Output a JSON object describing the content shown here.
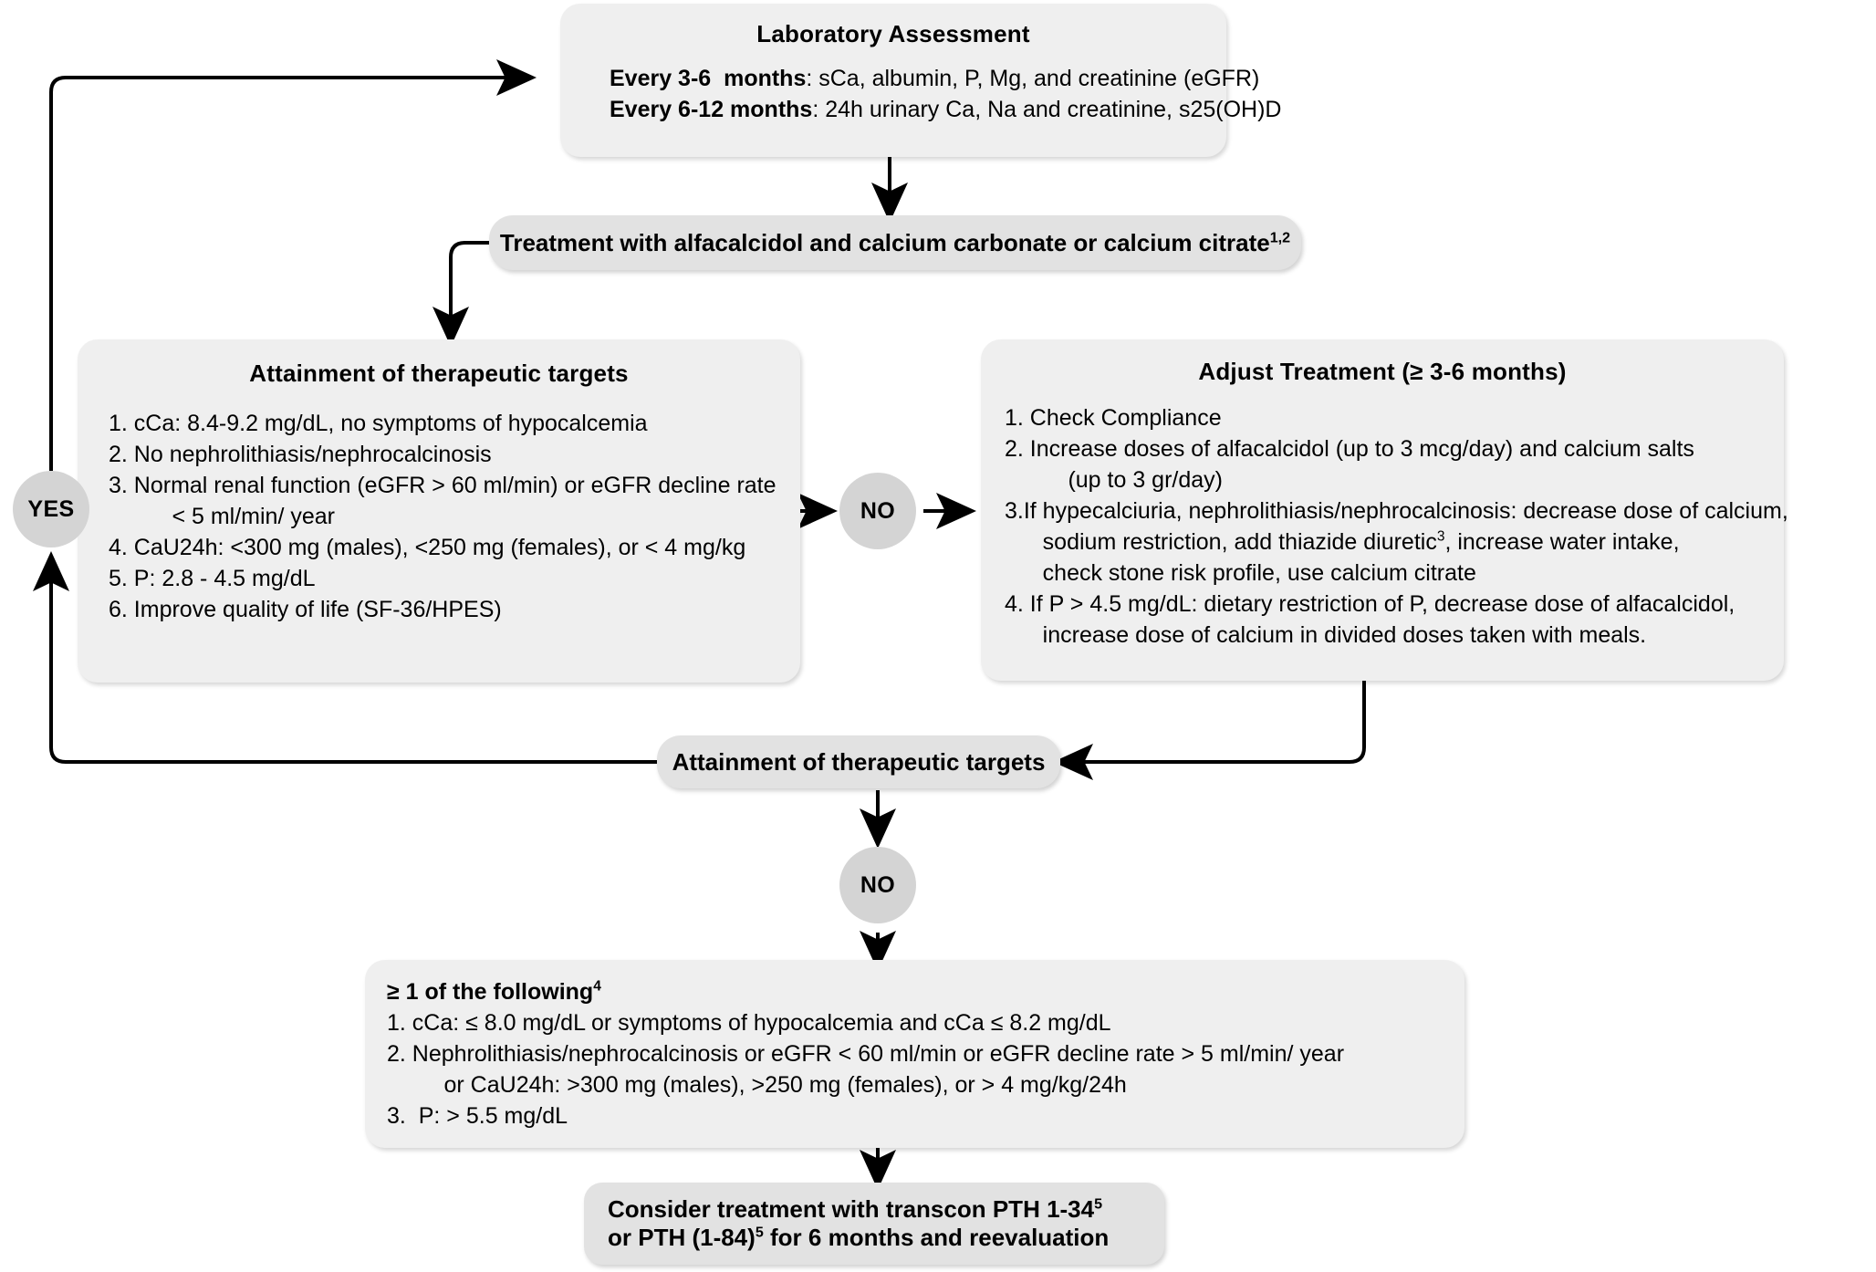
{
  "lab": {
    "title": "Laboratory Assessment",
    "rows": [
      {
        "bold": "Every 3-6  months",
        "rest": ": sCa, albumin, P, Mg, and creatinine (eGFR)"
      },
      {
        "bold": "Every 6-12 months",
        "rest": ": 24h urinary Ca, Na and creatinine, s25(OH)D"
      }
    ]
  },
  "treatment_pill": {
    "text": "Treatment with alfacalcidol and calcium carbonate or calcium citrate",
    "sup": "1,2"
  },
  "targets_box": {
    "title": "Attainment of therapeutic targets",
    "items": [
      "1. cCa: 8.4-9.2 mg/dL, no symptoms of hypocalcemia",
      "2. No nephrolithiasis/nephrocalcinosis",
      "3. Normal renal function (eGFR > 60 ml/min) or eGFR decline rate",
      "          < 5 ml/min/ year",
      "4. CaU24h: <300 mg (males), <250 mg (females), or < 4 mg/kg",
      "5. P: 2.8 - 4.5 mg/dL",
      "6. Improve quality of life (SF-36/HPES)"
    ]
  },
  "adjust_box": {
    "title": "Adjust Treatment (≥ 3-6 months)",
    "items": [
      "1. Check Compliance",
      "2. Increase doses of alfacalcidol (up to 3 mcg/day) and calcium salts",
      "          (up to 3 gr/day)"
    ],
    "item3_pre": "3.If hypecalciuria, nephrolithiasis/nephrocalcinosis: decrease dose of calcium,",
    "item3_mid_pre": "      sodium restriction, add thiazide diuretic",
    "item3_sup": "3",
    "item3_mid_post": ", increase water intake,",
    "item3_last": "      check stone risk profile, use calcium citrate",
    "items_tail": [
      "4. If P > 4.5 mg/dL: dietary restriction of P, decrease dose of alfacalcidol,",
      "      increase dose of calcium in divided doses taken with meals."
    ]
  },
  "mid_pill": {
    "text": "Attainment of therapeutic targets"
  },
  "criteria_box": {
    "heading_pre": "≥ 1 of the following",
    "heading_sup": "4",
    "items": [
      "1. cCa: ≤ 8.0 mg/dL or symptoms of hypocalcemia and cCa ≤ 8.2 mg/dL",
      "2. Nephrolithiasis/nephrocalcinosis or eGFR < 60 ml/min or eGFR decline rate > 5 ml/min/ year",
      "         or CaU24h: >300 mg (males), >250 mg (females), or > 4 mg/kg/24h",
      "3.  P: > 5.5 mg/dL"
    ]
  },
  "final_pill": {
    "line1_pre": "Consider treatment with transcon PTH 1-34",
    "line1_sup": "5",
    "line2_pre": "or PTH (1-84)",
    "line2_sup": "5",
    "line2_post": " for 6 months and reevaluation"
  },
  "decisions": {
    "yes": "YES",
    "no_right": "NO",
    "no_bottom": "NO"
  },
  "colors": {
    "box_fill": "#efefef",
    "pill_fill": "#e2e2e2",
    "circle_fill": "#d4d4d4",
    "wire": "#000000"
  }
}
